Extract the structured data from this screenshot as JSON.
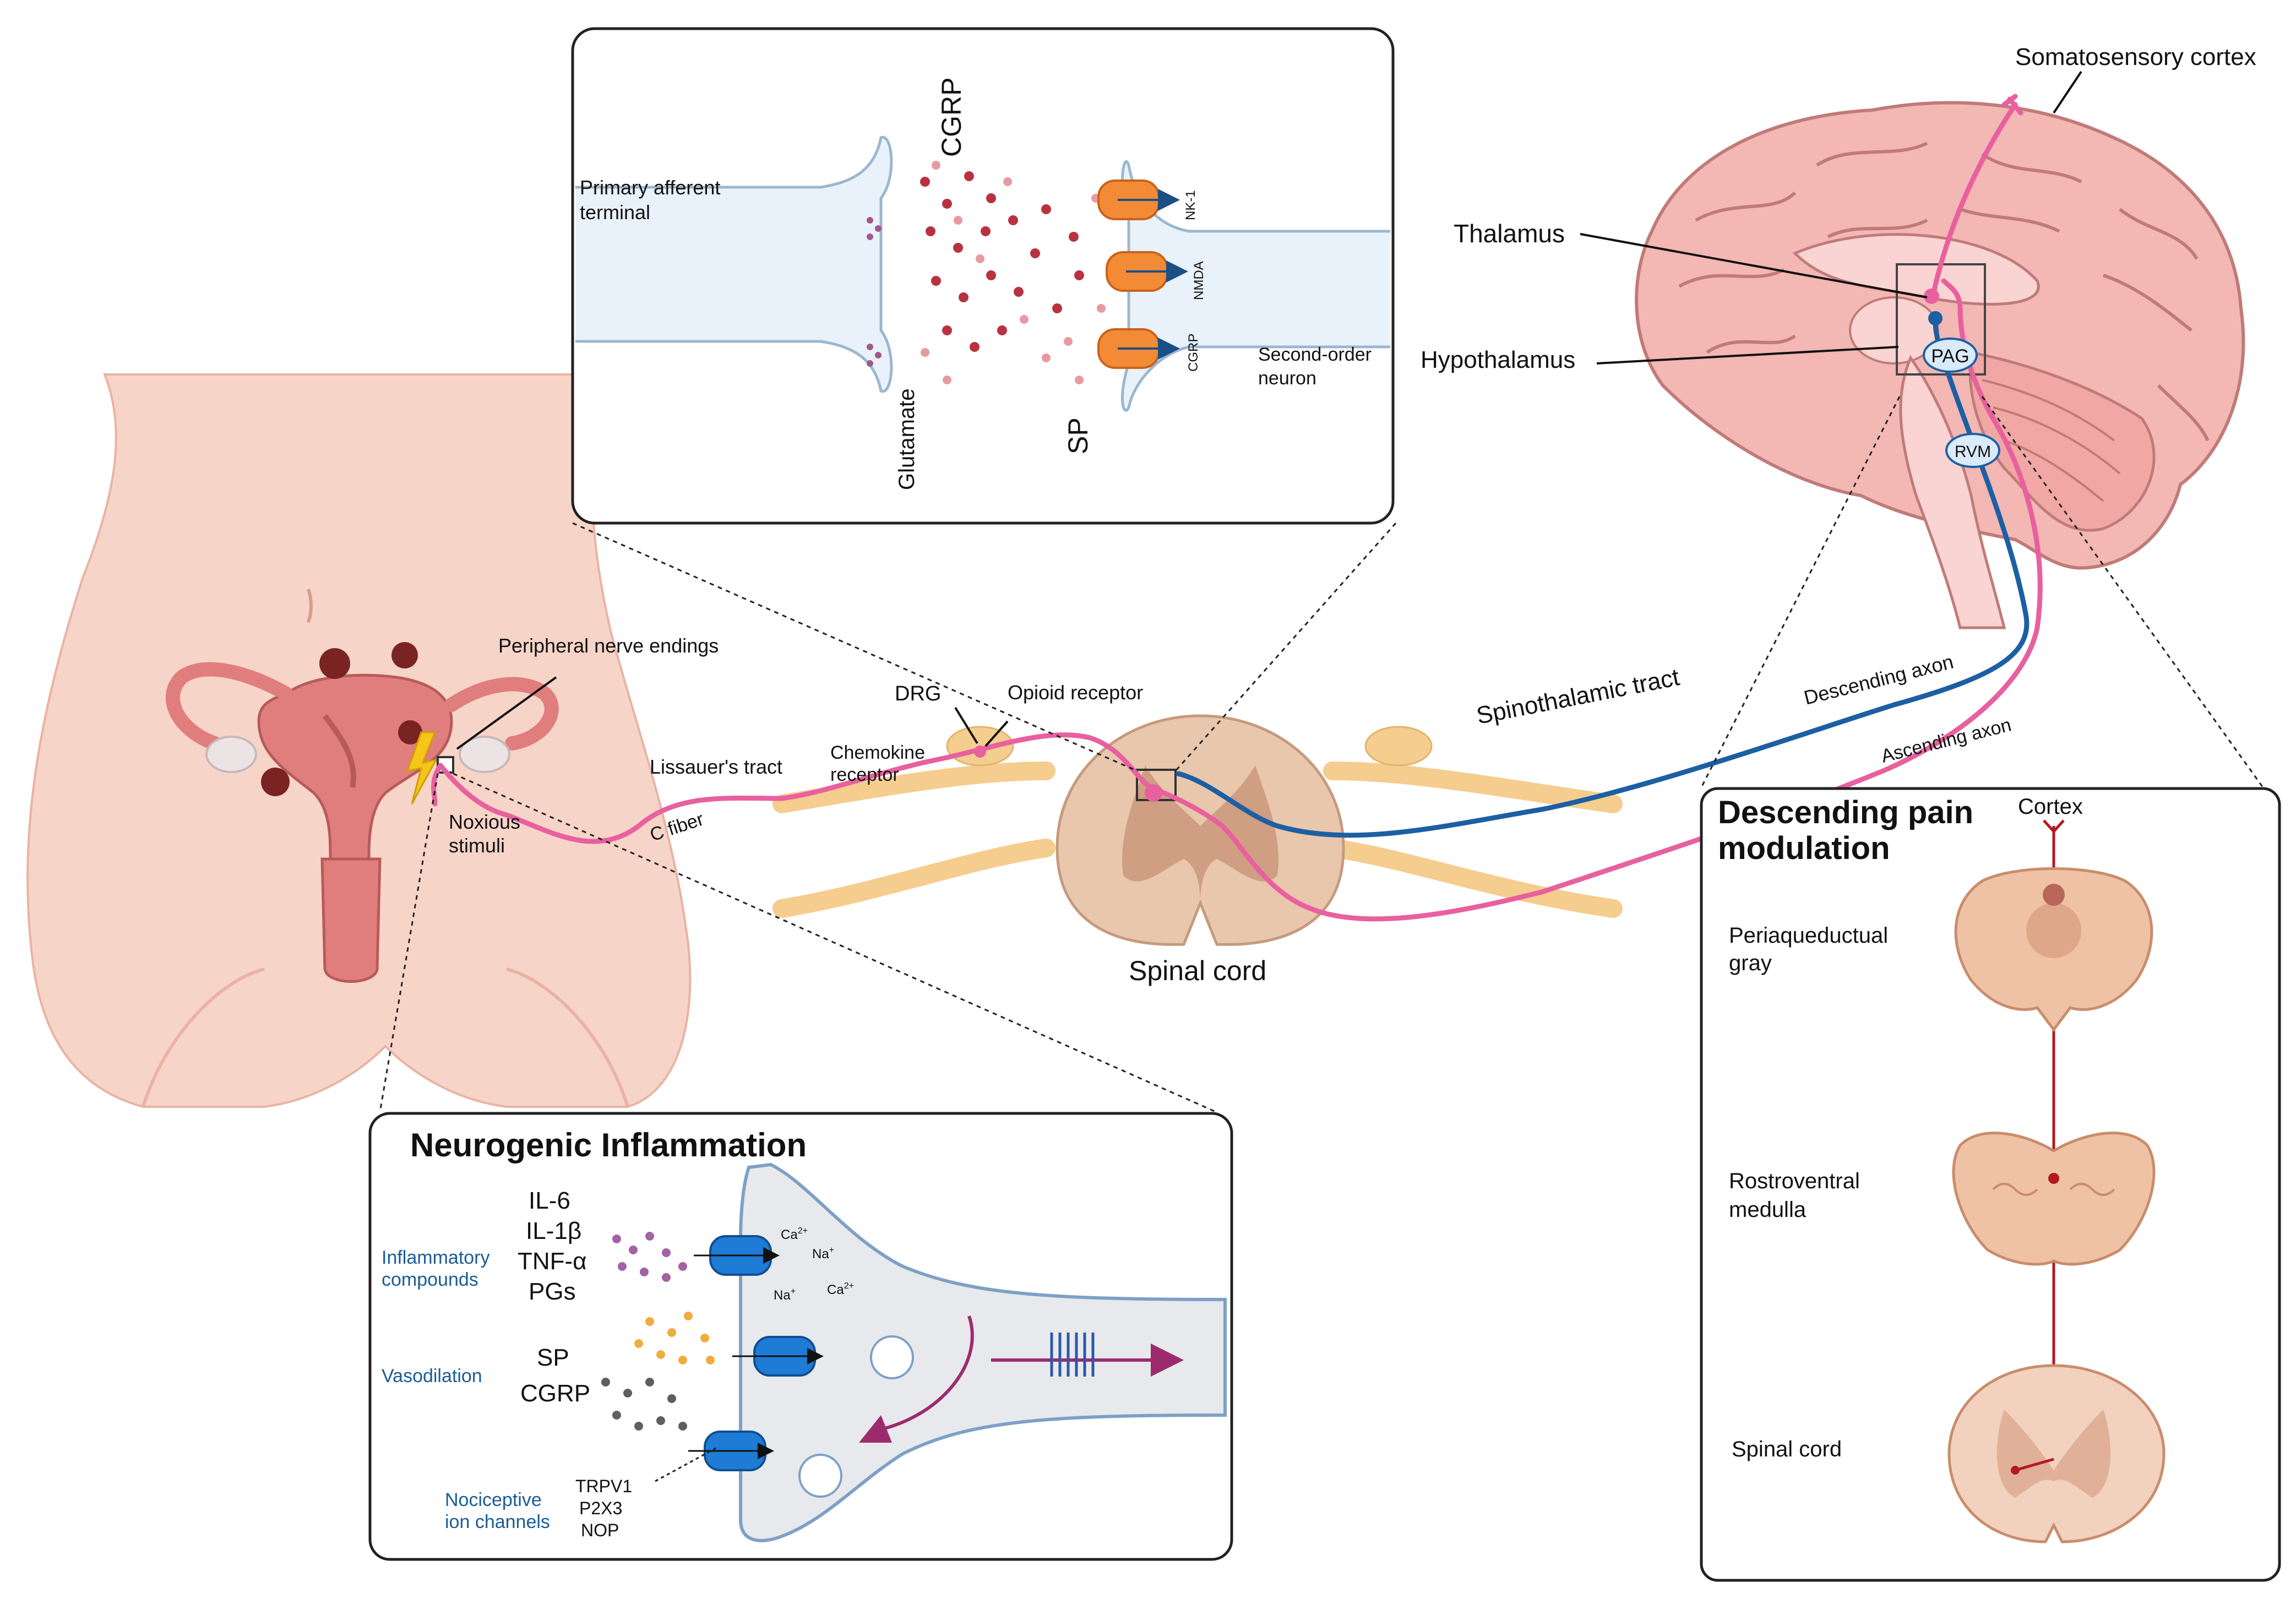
{
  "synapse_box": {
    "primary_afferent_1": "Primary afferent",
    "primary_afferent_2": "terminal",
    "cgrp": "CGRP",
    "glutamate": "Glutamate",
    "sp": "SP",
    "nk1": "NK-1",
    "nmda": "NMDA",
    "cgrp_receptor": "CGRP",
    "second_order_1": "Second-order",
    "second_order_2": "neuron"
  },
  "brain": {
    "somatosensory": "Somatosensory cortex",
    "thalamus": "Thalamus",
    "hypothalamus": "Hypothalamus",
    "pag": "PAG",
    "rvm": "RVM"
  },
  "pathway": {
    "peripheral_nerve": "Peripheral nerve endings",
    "noxious_1": "Noxious",
    "noxious_2": "stimuli",
    "lissauer": "Lissauer's tract",
    "c_fiber": "C fiber",
    "drg": "DRG",
    "opioid": "Opioid receptor",
    "chemokine_1": "Chemokine",
    "chemokine_2": "receptor",
    "spinal_cord": "Spinal cord",
    "spinothalamic": "Spinothalamic tract",
    "descending_axon": "Descending axon",
    "ascending_axon": "Ascending axon"
  },
  "descending_box": {
    "title_1": "Descending pain",
    "title_2": "modulation",
    "cortex": "Cortex",
    "pag_1": "Periaqueductual",
    "pag_2": "gray",
    "rvm_1": "Rostroventral",
    "rvm_2": "medulla",
    "spinal": "Spinal cord"
  },
  "inflammation_box": {
    "title": "Neurogenic Inflammation",
    "il6": "IL-6",
    "il1b": "IL-1β",
    "tnfa": "TNF-α",
    "pgs": "PGs",
    "inflammatory_1": "Inflammatory",
    "inflammatory_2": "compounds",
    "sp": "SP",
    "cgrp": "CGRP",
    "vasodilation": "Vasodilation",
    "nociceptive_1": "Nociceptive",
    "nociceptive_2": "ion channels",
    "trpv1": "TRPV1",
    "p2x3": "P2X3",
    "nop": "NOP",
    "ca": "Ca",
    "na": "Na",
    "sup_2plus": "2+",
    "sup_plus": "+"
  },
  "colors": {
    "pink_fiber": "#e8609e",
    "blue_fiber": "#1d5fa3",
    "brain": "#f3b7b4",
    "spinal": "#e9c7ad",
    "drg_nerve": "#f5cd8e",
    "body_skin": "#f7d4c8",
    "uterus": "#e07e7e",
    "receptor_orange": "#f28a36",
    "channel_blue": "#1e7bd6",
    "descending_red": "#b5191f"
  }
}
